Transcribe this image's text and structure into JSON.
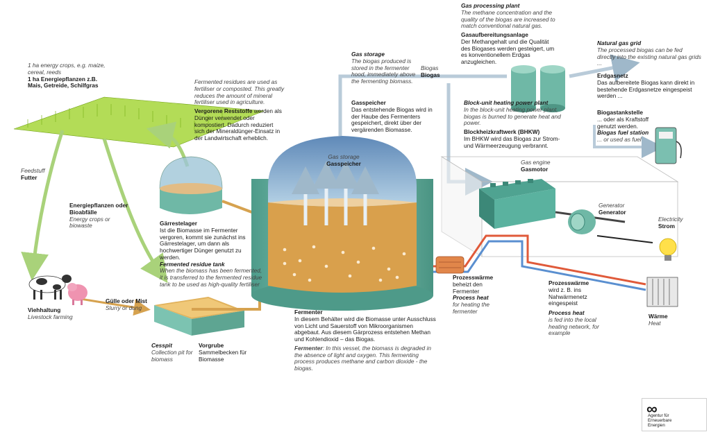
{
  "crops": {
    "en": "1 ha energy crops, e.g. maize, cereal, reeds",
    "de": "1 ha Energiepflanzen z.B. Mais, Getreide, Schilfgras"
  },
  "feedstuff": {
    "en": "Feedstuff",
    "de": "Futter"
  },
  "energy_crops": {
    "de": "Energiepflanzen oder Bioabfälle",
    "en": "Energy crops or biowaste"
  },
  "livestock": {
    "de": "Viehhaltung",
    "en": "Livestock farming"
  },
  "slurry": {
    "de": "Gülle oder Mist",
    "en": "Slurry or dung"
  },
  "residues": {
    "en": "Fermented residues are used as fertiliser or composted. This greatly reduces the amount of mineral fertiliser used in agriculture.",
    "de_bold": "Vergorene Reststoffe",
    "de": "werden als Dünger verwendet oder kompostiert. Dadurch reduziert sich der Mineraldünger-Einsatz in der Landwirtschaft erheblich."
  },
  "residue_tank": {
    "de_title": "Gärrestelager",
    "de": "Ist die Biomasse im Fermenter vergoren, kommt sie zunächst ins Gärrestelager, um dann als hochwertiger Dünger genutzt zu werden.",
    "en_title": "Fermented residue tank",
    "en": "When the biomass has been fermented, it is transferred to the fermented residue tank to be used as high-quality fertiliser"
  },
  "cesspit": {
    "en_title": "Cesspit",
    "en": "Collection pit for biomass",
    "de_title": "Vorgrube",
    "de": "Sammelbecken für Biomasse"
  },
  "gas_storage": {
    "en_title": "Gas storage",
    "en": "The biogas produced is stored in the fermenter hood, immediately above the fermenting biomass.",
    "de_title": "Gasspeicher",
    "de": "Das entstehende Biogas wird in der Haube des Fermenters gespeichert, direkt über der vergärenden Biomasse."
  },
  "dome": {
    "en": "Gas storage",
    "de": "Gasspeicher"
  },
  "biogas": {
    "en": "Biogas",
    "de": "Biogas"
  },
  "processing": {
    "en_title": "Gas processing plant",
    "en": "The methane concentration and the quality of the biogas are increased to match conventional natural gas.",
    "de_title": "Gasaufbereitungsanlage",
    "de": "Der Methangehalt und die Qualität des Biogases werden gesteigert, um es konventionellem Erdgas anzugleichen."
  },
  "grid": {
    "en_title": "Natural gas grid",
    "en": "The processed biogas can be fed directly into the existing natural gas grids ...",
    "de_title": "Erdgasnetz",
    "de": "Das aufbereitete Biogas kann direkt in bestehende Erdgasnetze eingespeist werden ..."
  },
  "station": {
    "de_title": "Biogastankstelle",
    "de": "... oder als Kraftstoff genutzt werden.",
    "en_title": "Biogas fuel station",
    "en": "... or used as fuel"
  },
  "chp": {
    "en_title": "Block-unit heating power plant",
    "en": "In the block-unit heating power plant, biogas is burned to generate heat and power.",
    "de_title": "Blockheizkraftwerk (BHKW)",
    "de": "Im BHKW wird das Biogas zur Strom- und Wärmeerzeugung verbrannt."
  },
  "engine": {
    "en": "Gas engine",
    "de": "Gasmotor"
  },
  "generator": {
    "en": "Generator",
    "de": "Generator"
  },
  "electricity": {
    "en": "Electricity",
    "de": "Strom"
  },
  "process_heat": {
    "de_title": "Prozesswärme",
    "de": "beheizt den Fermenter",
    "en_title": "Process heat",
    "en": "for heating the fermenter"
  },
  "heat_network": {
    "de_title": "Prozesswärme",
    "de": "wird z. B. ins Nahwärmenetz eingespeist",
    "en_title": "Process heat",
    "en": "is fed into the local heating network, for example"
  },
  "heat": {
    "de": "Wärme",
    "en": "Heat"
  },
  "fermenter": {
    "de_title": "Fermenter",
    "de": "In diesem Behälter wird die Biomasse unter Ausschluss von Licht und Sauerstoff von Mikroorganismen abgebaut. Aus diesem Gärprozess entstehen Methan und Kohlendioxid – das Biogas.",
    "en_title": "Fermenter",
    "en": "In this vessel, the biomass is degraded in the absence of light and oxygen. This fermenting process produces methane and carbon dioxide - the biogas."
  },
  "logo": {
    "line1": "Agentur für",
    "line2": "Erneuerbare",
    "line3": "Energien"
  },
  "colors": {
    "tank": "#6fb8a6",
    "biomass": "#d9a04c",
    "gas": "#9fc3dc",
    "crops": "#9ccc2e",
    "pipe": "#b9cbd9",
    "heat_red": "#e05a3a"
  }
}
